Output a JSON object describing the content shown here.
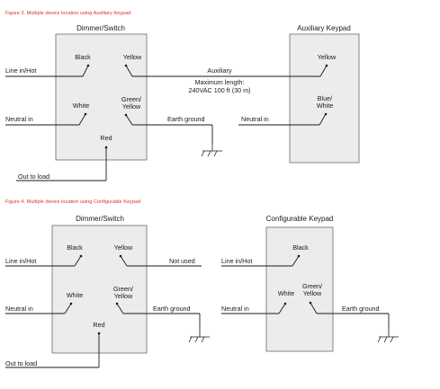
{
  "figure3": {
    "caption": "Figure 3. Multiple device location using Auxiliary Keypad",
    "dimmer": {
      "title": "Dimmer/Switch",
      "black": "Black",
      "yellow": "Yellow",
      "white": "White",
      "green_yellow": [
        "Green/",
        "Yellow"
      ],
      "red": "Red"
    },
    "keypad": {
      "title": "Auxiliary Keypad",
      "yellow": "Yellow",
      "blue_white": [
        "Blue/",
        "White"
      ]
    },
    "line_in": "Line in/Hot",
    "neutral_in": "Neutral in",
    "earth_ground": "Earth ground",
    "out_to_load": "Out to load",
    "auxiliary": [
      "Auxiliary",
      "Maximum length:",
      "240VAC 100 ft (30 m)"
    ],
    "keypad_neutral_in": "Neutral in"
  },
  "figure4": {
    "caption": "Figure 4. Multiple device location using Configurable Keypad",
    "dimmer": {
      "title": "Dimmer/Switch",
      "black": "Black",
      "yellow": "Yellow",
      "white": "White",
      "green_yellow": [
        "Green/",
        "Yellow"
      ],
      "red": "Red"
    },
    "keypad": {
      "title": "Configurable Keypad",
      "black": "Black",
      "white": "White",
      "green_yellow": [
        "Green/",
        "Yellow"
      ]
    },
    "line_in": "Line in/Hot",
    "neutral_in": "Neutral in",
    "not_used": "Not used",
    "earth_ground": "Earth ground",
    "out_to_load": "Out to load",
    "keypad_line_in": "Line in/Hot",
    "keypad_neutral_in": "Neutral in",
    "keypad_earth_ground": "Earth ground"
  },
  "colors": {
    "caption": "#d9322b",
    "box_fill": "#ececec"
  }
}
